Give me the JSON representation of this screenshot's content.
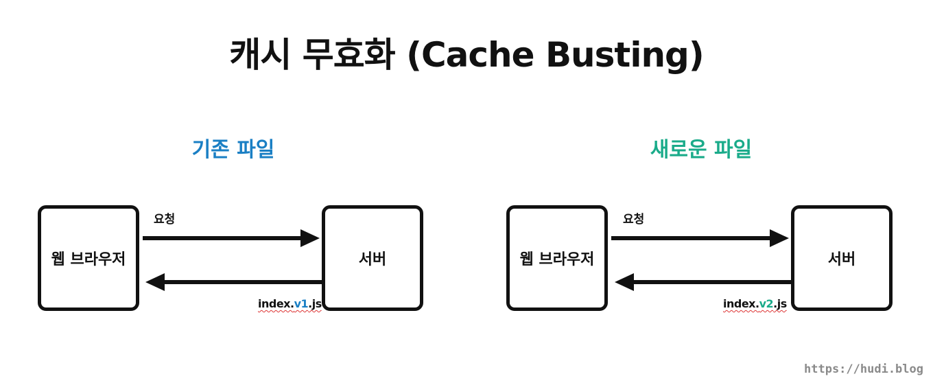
{
  "title": "캐시 무효화 (Cache Busting)",
  "colors": {
    "existing": "#1a7fc4",
    "new": "#1aab8a",
    "version_v1": "#1a7fc4",
    "version_v2": "#1aab8a"
  },
  "panels": [
    {
      "heading": "기존 파일",
      "browser_label": "웹 브라우저",
      "server_label": "서버",
      "request_label": "요청",
      "file": {
        "prefix": "index.",
        "version": "v1",
        "suffix": ".js"
      }
    },
    {
      "heading": "새로운 파일",
      "browser_label": "웹 브라우저",
      "server_label": "서버",
      "request_label": "요청",
      "file": {
        "prefix": "index.",
        "version": "v2",
        "suffix": ".js"
      }
    }
  ],
  "credit": "https://hudi.blog"
}
